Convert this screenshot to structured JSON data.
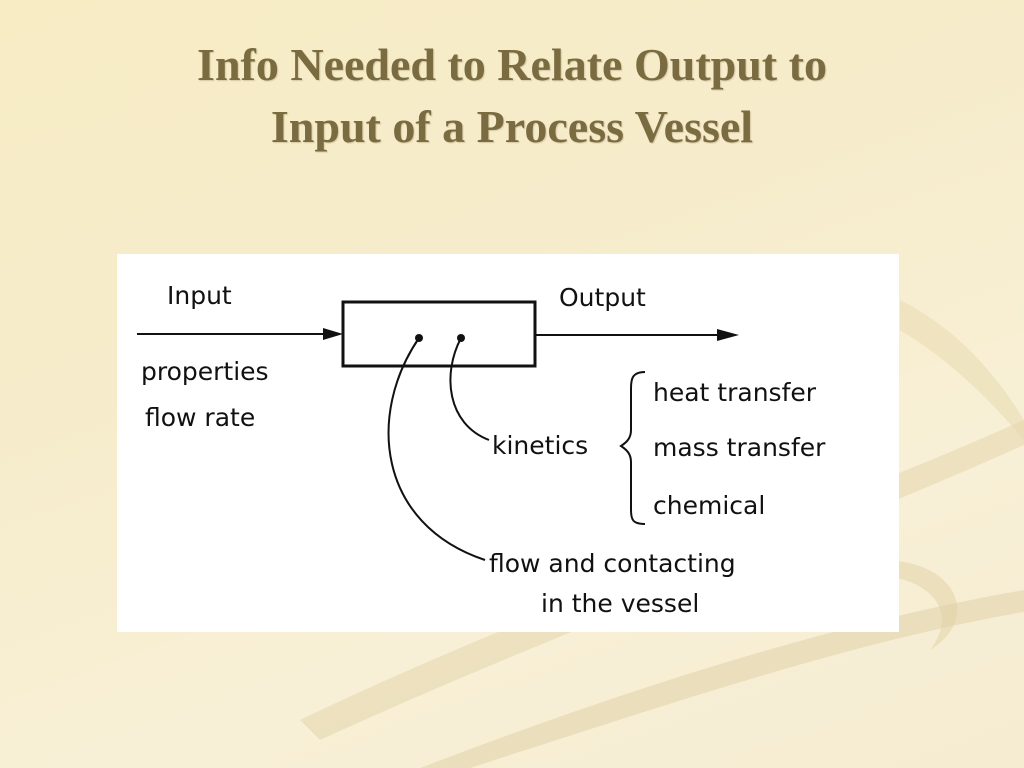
{
  "slide": {
    "title_line1": "Info Needed to Relate Output to",
    "title_line2": "Input of a Process Vessel"
  },
  "diagram": {
    "input_label": "Input",
    "output_label": "Output",
    "input_props": [
      "properties",
      "flow rate"
    ],
    "kinetics_label": "kinetics",
    "kinetics_items": [
      "heat transfer",
      "mass transfer",
      "chemical"
    ],
    "flow_label": [
      "flow and contacting",
      "in the vessel"
    ]
  },
  "colors": {
    "title": "#7a6c40",
    "background": "#f6eccb",
    "panel": "#ffffff",
    "ink": "#111111"
  }
}
